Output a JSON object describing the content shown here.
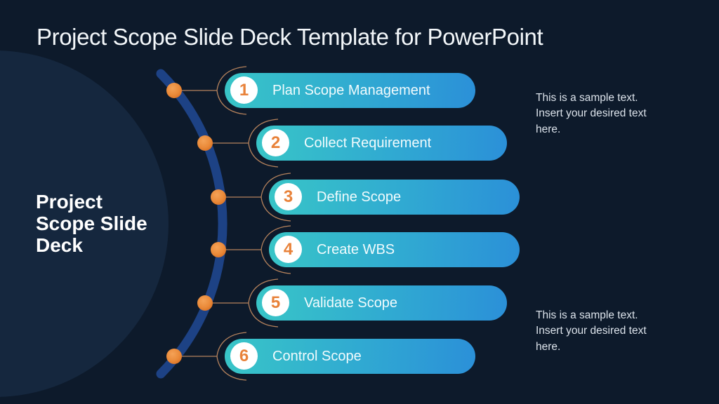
{
  "title": "Project Scope Slide Deck Template for PowerPoint",
  "circle_label": "Project\nScope Slide\nDeck",
  "steps": [
    {
      "number": "1",
      "label": "Plan Scope Management"
    },
    {
      "number": "2",
      "label": "Collect Requirement"
    },
    {
      "number": "3",
      "label": "Define Scope"
    },
    {
      "number": "4",
      "label": "Create WBS"
    },
    {
      "number": "5",
      "label": "Validate Scope"
    },
    {
      "number": "6",
      "label": "Control Scope"
    }
  ],
  "notes": [
    {
      "text": "This is a sample text.\nInsert your desired text\nhere."
    },
    {
      "text": "This is a sample text.\nInsert your desired text\nhere."
    }
  ],
  "colors": {
    "background": "#0d1a2b",
    "big_circle": "#15273e",
    "timeline_arc": "#1d4285",
    "dot_light": "#f29a4d",
    "dot_dark": "#da7124",
    "connector": "#b5825c",
    "pill_gradient_start": "#38c5c7",
    "pill_gradient_end": "#2b90d8",
    "number_text": "#e8823a",
    "pill_text": "#f1fbfd",
    "title_text": "#f2f6f9",
    "note_text": "#dbe2ea"
  }
}
